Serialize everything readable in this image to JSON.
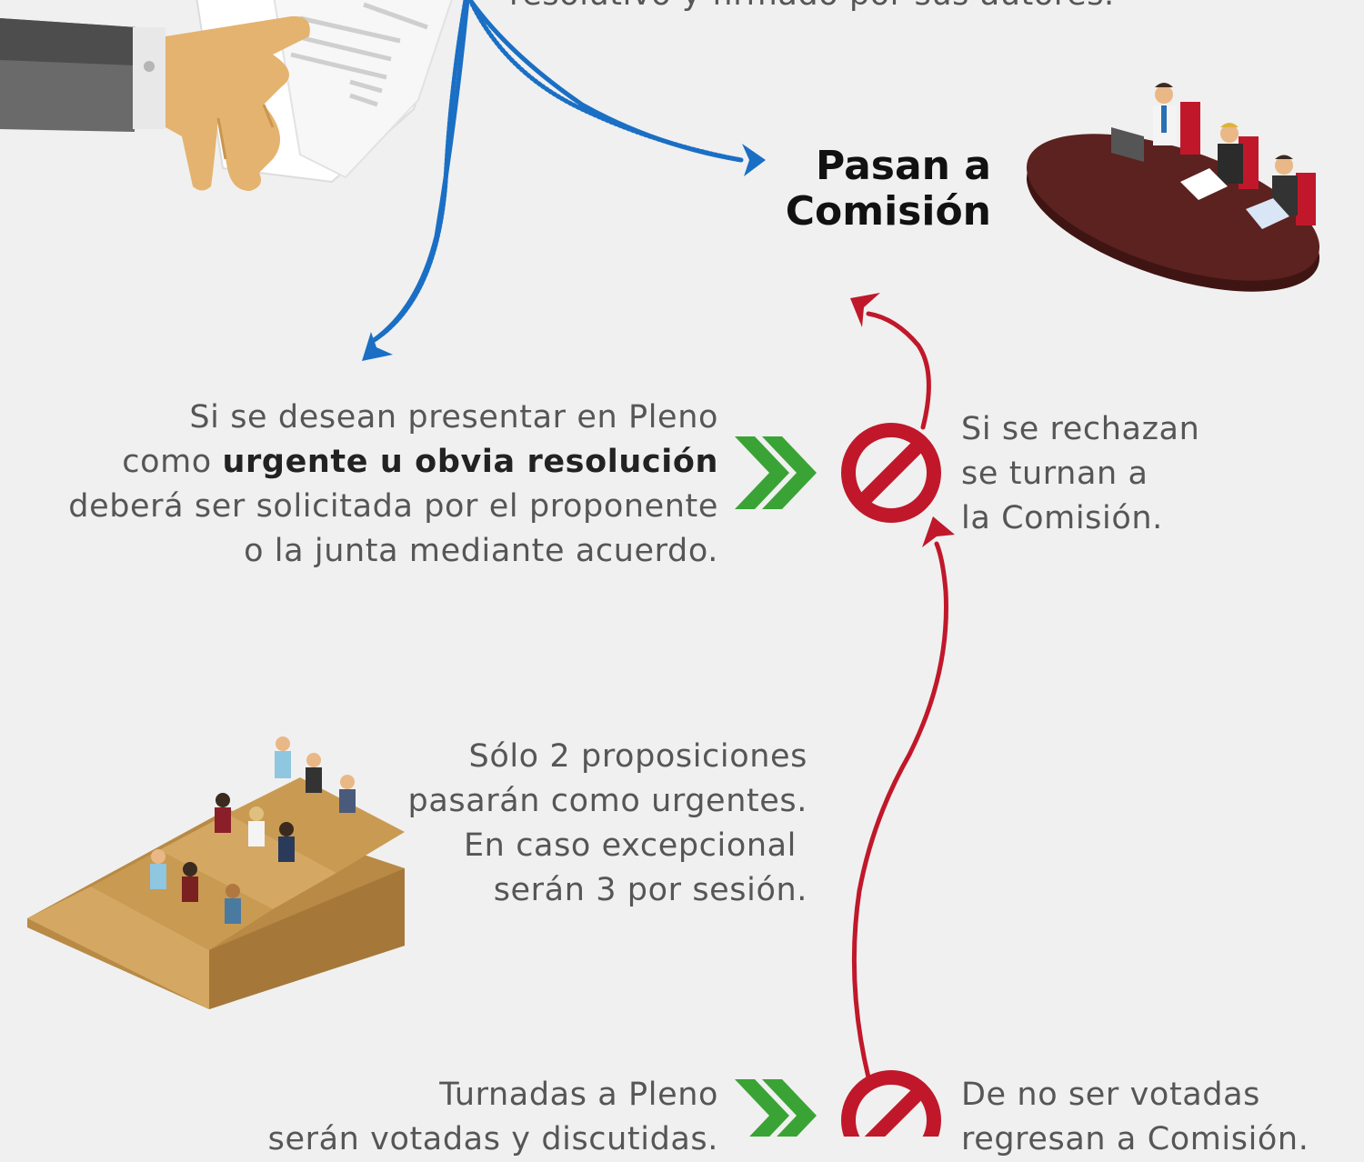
{
  "top_text_fragment": "resolutivo y firmado por sus autores.",
  "comision": {
    "heading_line1": "Pasan a",
    "heading_line2": "Comisión"
  },
  "urgente": {
    "line1": "Si se desean presentar en Pleno",
    "line2_prefix": "como ",
    "line2_bold": "urgente u obvia resolución",
    "line3": "deberá ser solicitada por el proponente",
    "line4": "o la junta mediante acuerdo."
  },
  "rechazo": {
    "line1": "Si se rechazan",
    "line2": "se turnan a",
    "line3": "la Comisión."
  },
  "limite": {
    "line1": "Sólo 2 proposiciones",
    "line2": "pasarán como urgentes.",
    "line3": "En caso excepcional",
    "line4": "serán 3 por sesión."
  },
  "pleno": {
    "line1": "Turnadas a Pleno",
    "line2": "serán votadas y discutidas."
  },
  "no_votadas": {
    "line1": "De no ser votadas",
    "line2": "regresan a Comisión."
  },
  "colors": {
    "blue_arrow": "#1a6fc4",
    "red_arrow": "#c0182a",
    "green_chevron": "#3aa335",
    "prohibited": "#c0182a",
    "table": "#5b2220",
    "box": "#d4a862"
  },
  "icons": [
    "hand-document-icon",
    "meeting-table-icon",
    "prohibited-icon",
    "double-chevron-icon",
    "auditorium-icon"
  ]
}
